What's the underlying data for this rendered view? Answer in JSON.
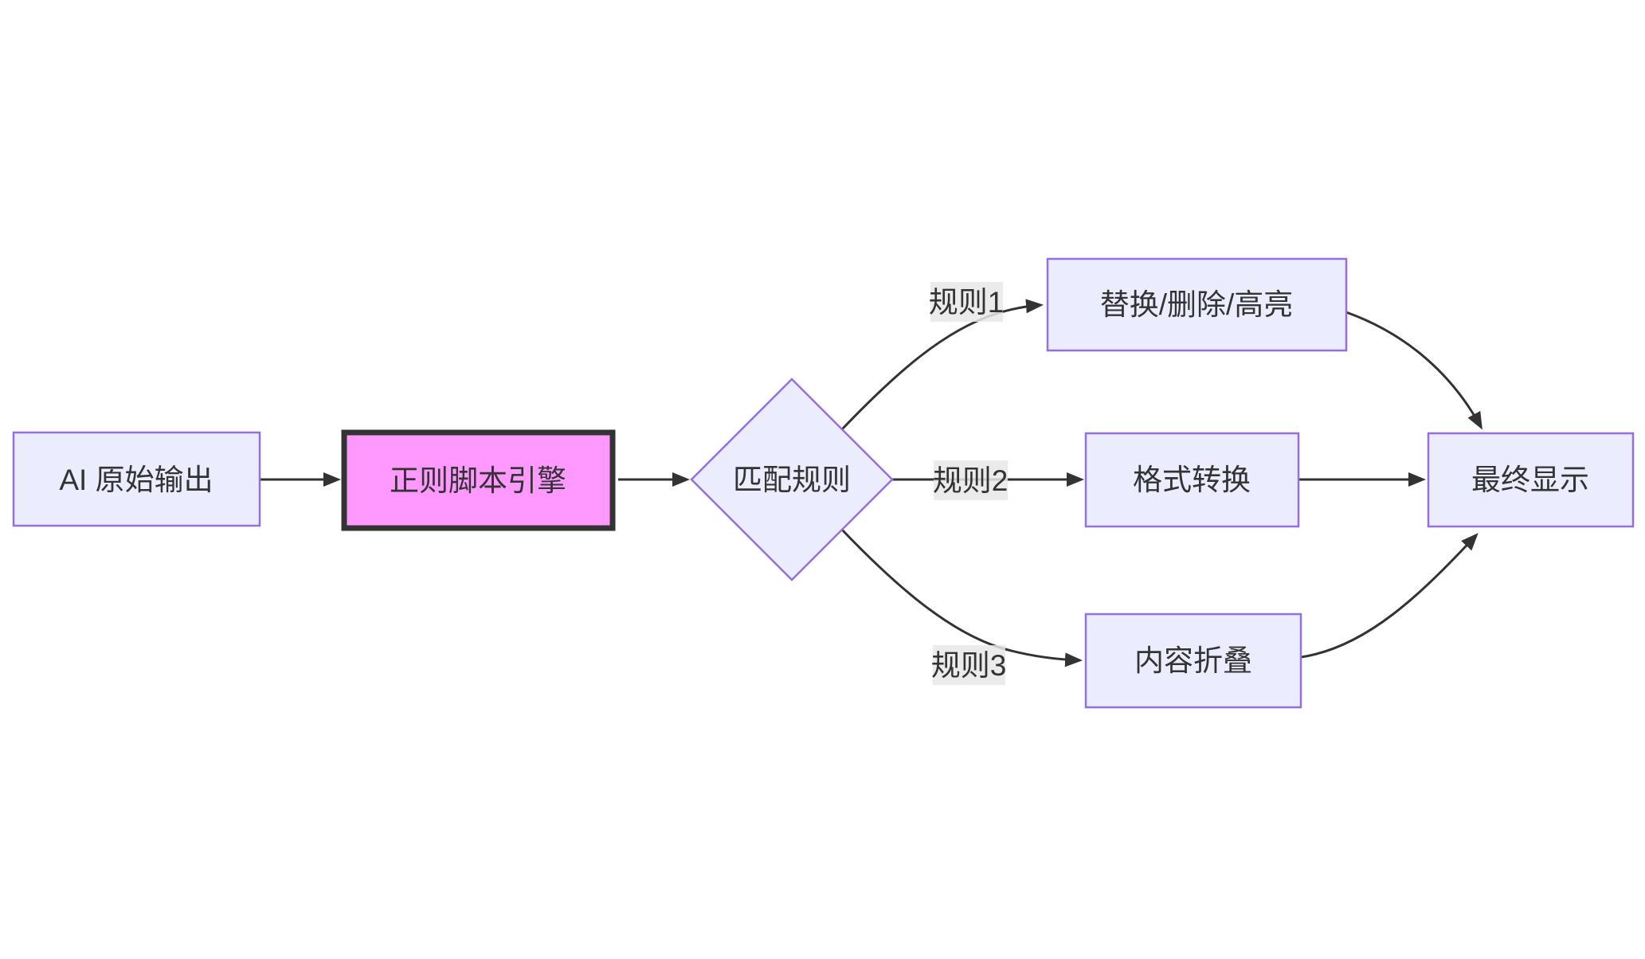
{
  "diagram": {
    "type": "flowchart",
    "direction": "left-to-right"
  },
  "colors": {
    "canvas_bg": "#ffffff",
    "node_fill": "#ECECFF",
    "node_stroke": "#9370DB",
    "highlight_fill": "#FF99FF",
    "highlight_stroke": "#333333",
    "text_color": "#333333",
    "edge_color": "#333333",
    "edge_label_bg": "#e8e8e8"
  },
  "nodes": {
    "ai_output": {
      "label": "AI 原始输出",
      "shape": "rect",
      "highlighted": false
    },
    "regex_engine": {
      "label": "正则脚本引擎",
      "shape": "rect",
      "highlighted": true
    },
    "match_rules": {
      "label": "匹配规则",
      "shape": "diamond",
      "highlighted": false
    },
    "replace_delete_highlight": {
      "label": "替换/删除/高亮",
      "shape": "rect",
      "highlighted": false
    },
    "format_convert": {
      "label": "格式转换",
      "shape": "rect",
      "highlighted": false
    },
    "content_fold": {
      "label": "内容折叠",
      "shape": "rect",
      "highlighted": false
    },
    "final_display": {
      "label": "最终显示",
      "shape": "rect",
      "highlighted": false
    }
  },
  "edges": [
    {
      "from": "ai_output",
      "to": "regex_engine",
      "label": ""
    },
    {
      "from": "regex_engine",
      "to": "match_rules",
      "label": ""
    },
    {
      "from": "match_rules",
      "to": "replace_delete_highlight",
      "label": "规则1"
    },
    {
      "from": "match_rules",
      "to": "format_convert",
      "label": "规则2"
    },
    {
      "from": "match_rules",
      "to": "content_fold",
      "label": "规则3"
    },
    {
      "from": "replace_delete_highlight",
      "to": "final_display",
      "label": ""
    },
    {
      "from": "format_convert",
      "to": "final_display",
      "label": ""
    },
    {
      "from": "content_fold",
      "to": "final_display",
      "label": ""
    }
  ]
}
